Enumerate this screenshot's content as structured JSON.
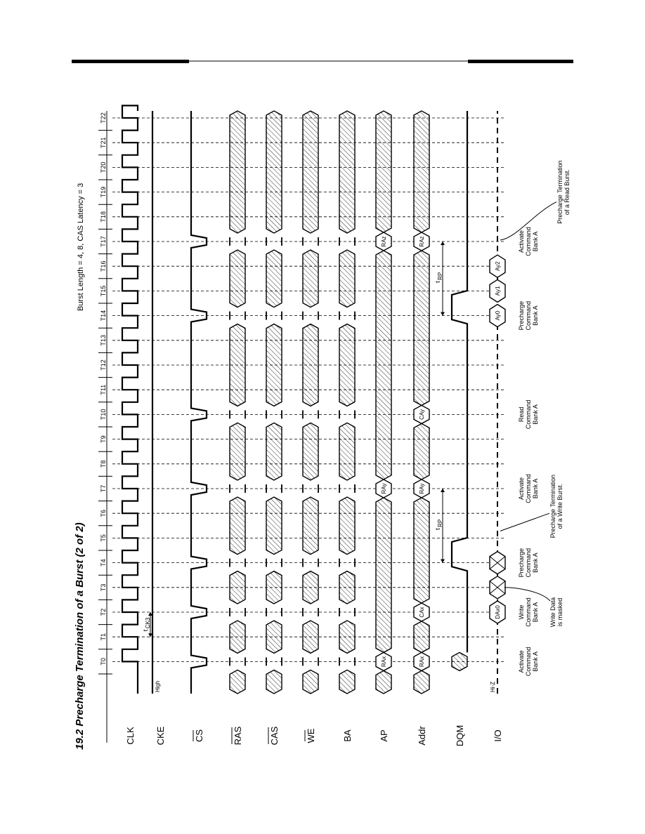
{
  "title": "19.2 Precharge Termination of a Burst (2 of 2)",
  "burst_info": "Burst Length = 4, 8, CAS Latency = 3",
  "clock_ticks": [
    "T0",
    "T1",
    "T2",
    "T3",
    "T4",
    "T5",
    "T6",
    "T7",
    "T8",
    "T9",
    "T10",
    "T11",
    "T12",
    "T13",
    "T14",
    "T15",
    "T16",
    "T17",
    "T18",
    "T19",
    "T20",
    "T21",
    "T22"
  ],
  "signals": {
    "clk": "CLK",
    "cke": "CKE",
    "cs": "CS",
    "ras": "RAS",
    "cas": "CAS",
    "we": "WE",
    "ba": "BA",
    "ap": "AP",
    "addr": "Addr",
    "dqm": "DQM",
    "io": "I/O"
  },
  "state_labels": {
    "high": "High",
    "hiz": "Hi-Z"
  },
  "timing": {
    "tck": "t",
    "tck_sub": "CK3",
    "trp": "t",
    "trp_sub": "RP"
  },
  "bus_labels": {
    "rax": "RAx",
    "cax": "CAx",
    "ray": "RAy",
    "cay": "CAy",
    "raz": "RAz",
    "dax0": "DAx0",
    "ay0": "Ay0",
    "ay1": "Ay1",
    "ay2": "Ay2"
  },
  "commands": [
    {
      "line1": "Activate",
      "line2": "Command",
      "line3": "Bank A"
    },
    {
      "line1": "Write",
      "line2": "Command",
      "line3": "Bank A"
    },
    {
      "line1": "Precharge",
      "line2": "Command",
      "line3": "Bank A"
    },
    {
      "line1": "Activate",
      "line2": "Command",
      "line3": "Bank A"
    },
    {
      "line1": "Read",
      "line2": "Command",
      "line3": "Bank A"
    },
    {
      "line1": "Precharge",
      "line2": "Command",
      "line3": "Bank A"
    },
    {
      "line1": "Activate",
      "line2": "Command",
      "line3": "Bank A"
    }
  ],
  "notes": {
    "write_masked_1": "Write Data",
    "write_masked_2": "is masked",
    "pt_write_1": "Precharge Termination",
    "pt_write_2": "of a Write Burst.",
    "pt_read_1": "Precharge Termination",
    "pt_read_2": "of a Read Burst."
  }
}
